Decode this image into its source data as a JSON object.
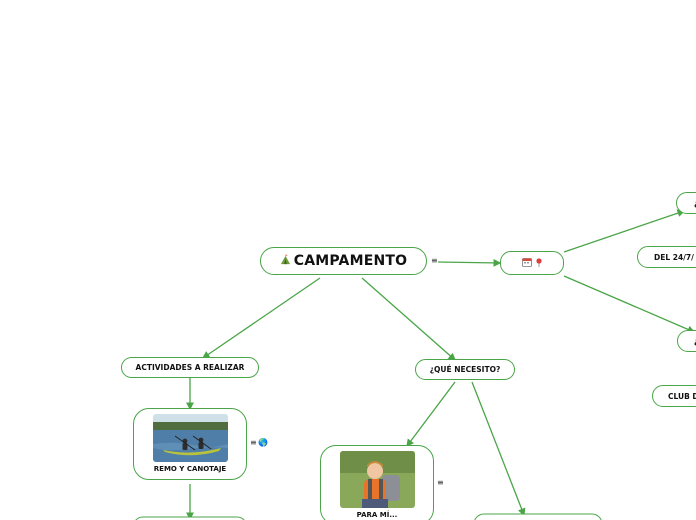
{
  "central": {
    "icon": "tent-icon",
    "label": "CAMPAMENTO"
  },
  "date_node": {
    "icons": [
      "calendar-icon",
      "pin-icon"
    ]
  },
  "right_nodes": {
    "top_question": "¿",
    "date_text": "DEL 24/7/",
    "bottom_question": "¿",
    "club_text": "CLUB D"
  },
  "left_branch": {
    "label": "ACTIVIDADES A REALIZAR",
    "card_caption": "REMO Y CANOTAJE"
  },
  "middle_branch": {
    "label": "¿QUÉ NECESITO?",
    "card_caption": "PARA MÍ..."
  },
  "glyphs": {
    "note": "≡",
    "globe": "🌎",
    "tent": "⛺",
    "calendar": "📅",
    "pin": "📍"
  },
  "colors": {
    "line": "#4aa548",
    "node_border": "#4aa548",
    "text": "#111111",
    "water": "#4f7fa8",
    "kayak": "#b9c23a",
    "shirt": "#e8742a"
  }
}
